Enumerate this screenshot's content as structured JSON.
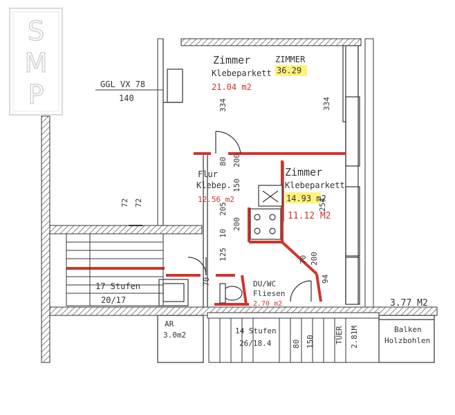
{
  "logo": {
    "letters": [
      "S",
      "M",
      "P"
    ]
  },
  "annotations": {
    "ggl": "GGL VX 78",
    "ggl_sub": "140",
    "dim_72a": "72",
    "dim_72b": "72"
  },
  "rooms": {
    "zimmer1": {
      "name": "Zimmer",
      "floor": "Klebeparkett",
      "area": "21.04 m2"
    },
    "zimmer_total": {
      "name": "ZIMMER",
      "area": "36.29"
    },
    "zimmer2": {
      "name": "Zimmer",
      "floor": "Klebeparkett",
      "area": "14.93 m2",
      "area_alt": "11.12 M2"
    },
    "flur": {
      "name": "Flur",
      "floor": "Klebep.",
      "area": "12.56 m2"
    },
    "dusche": {
      "name": "DU/WC",
      "floor": "Fliesen",
      "area": "2.70 m2"
    },
    "stairs_left": {
      "name": "17 Stufen",
      "ratio": "20/17"
    },
    "stairs_bottom": {
      "name": "14 Stufen",
      "ratio": "26/18.4"
    },
    "ar": {
      "name": "AR",
      "area": "3.0m2"
    },
    "balkon": {
      "area": "3.77 M2",
      "name": "Balken",
      "floor": "Holzbohlen"
    }
  },
  "dimensions": {
    "d334a": "334",
    "d334b": "334",
    "d80": "80",
    "d200a": "200",
    "d150": "150",
    "d205": "205",
    "d10": "10",
    "d125": "125",
    "d70a": "70",
    "d200b": "200",
    "d254": "254",
    "d70b": "70",
    "d200c": "200",
    "d94": "94",
    "d80b": "80",
    "d150b": "150",
    "tuer": "TÜER",
    "d281": "2.81M"
  },
  "colors": {
    "ink": "#3a3a3a",
    "hatch": "#555555",
    "red": "#d0342c",
    "highlight": "#fff27a",
    "logo": "#d9d9d9"
  }
}
